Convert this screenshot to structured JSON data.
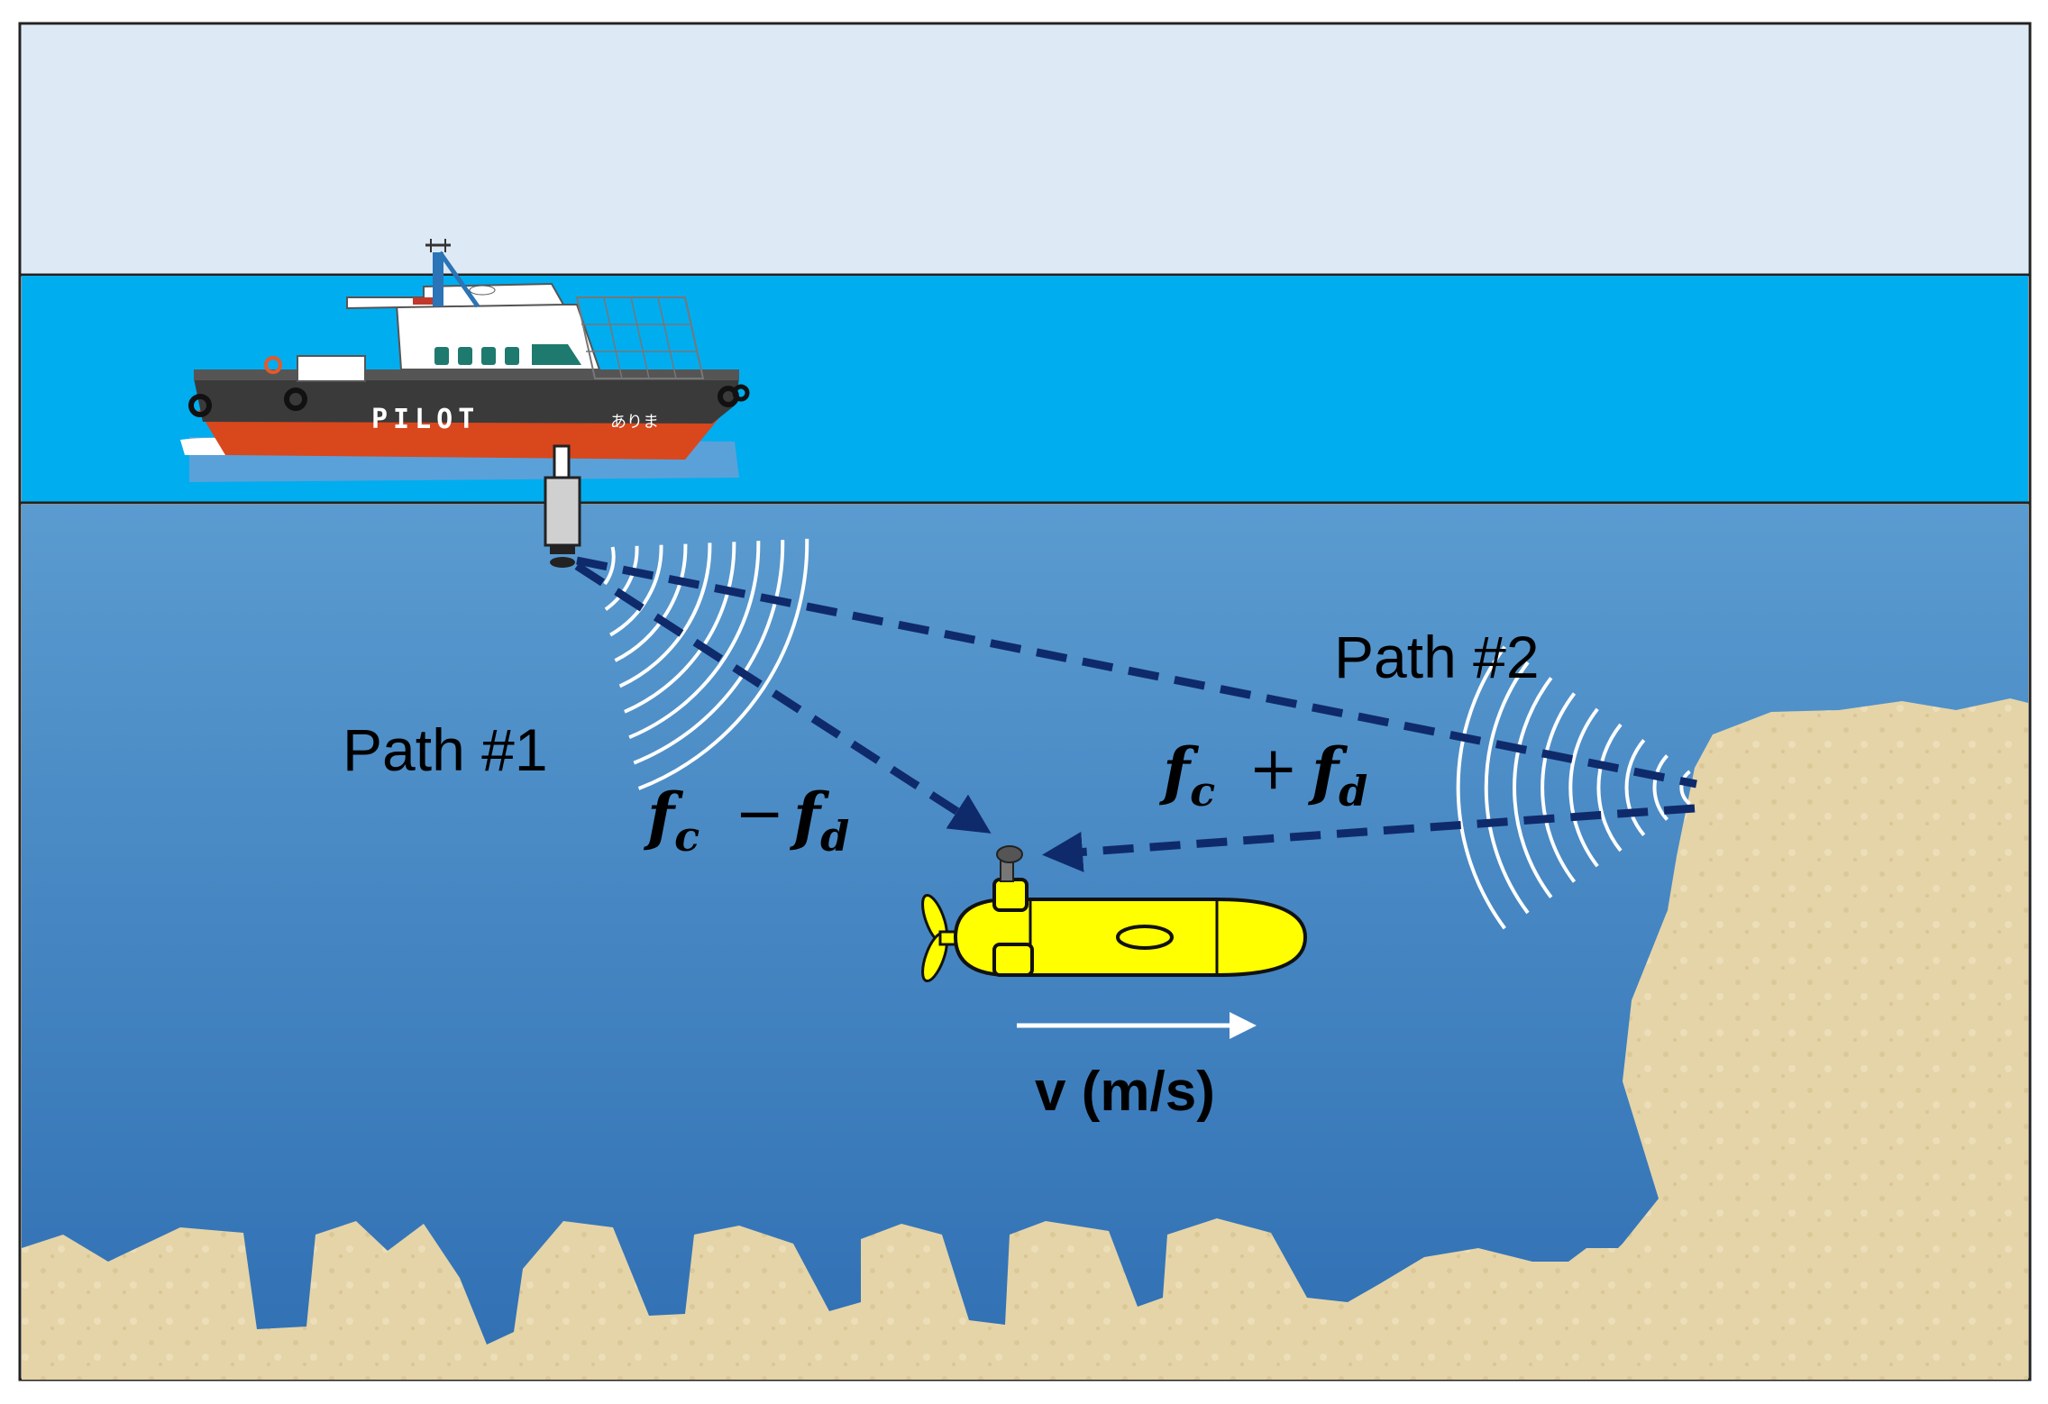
{
  "colors": {
    "sky": "#dde9f5",
    "surface_water": "#00adef",
    "deep_water_top": "#5a9bd0",
    "deep_water_bottom": "#2f6fb3",
    "sand": "#e5d4a8",
    "path_arrow": "#0f2a6b",
    "vehicle": "#ffff00",
    "hull_top": "#3a3a3a",
    "hull_bottom": "#d9471c"
  },
  "boat": {
    "name": "PILOT",
    "sub_label": "ありま",
    "icon": "pilot-boat-icon"
  },
  "transducer": {
    "icon": "transducer-icon"
  },
  "vehicle": {
    "icon": "auv-icon"
  },
  "labels": {
    "path1": "Path #1",
    "path2": "Path #2",
    "velocity": "v (m/s)"
  },
  "formulas": {
    "path1": {
      "f": "f",
      "carrier_sub": "c",
      "operator": "−",
      "doppler_sub": "d"
    },
    "path2": {
      "f": "f",
      "carrier_sub": "c",
      "operator": "+",
      "doppler_sub": "d"
    }
  }
}
